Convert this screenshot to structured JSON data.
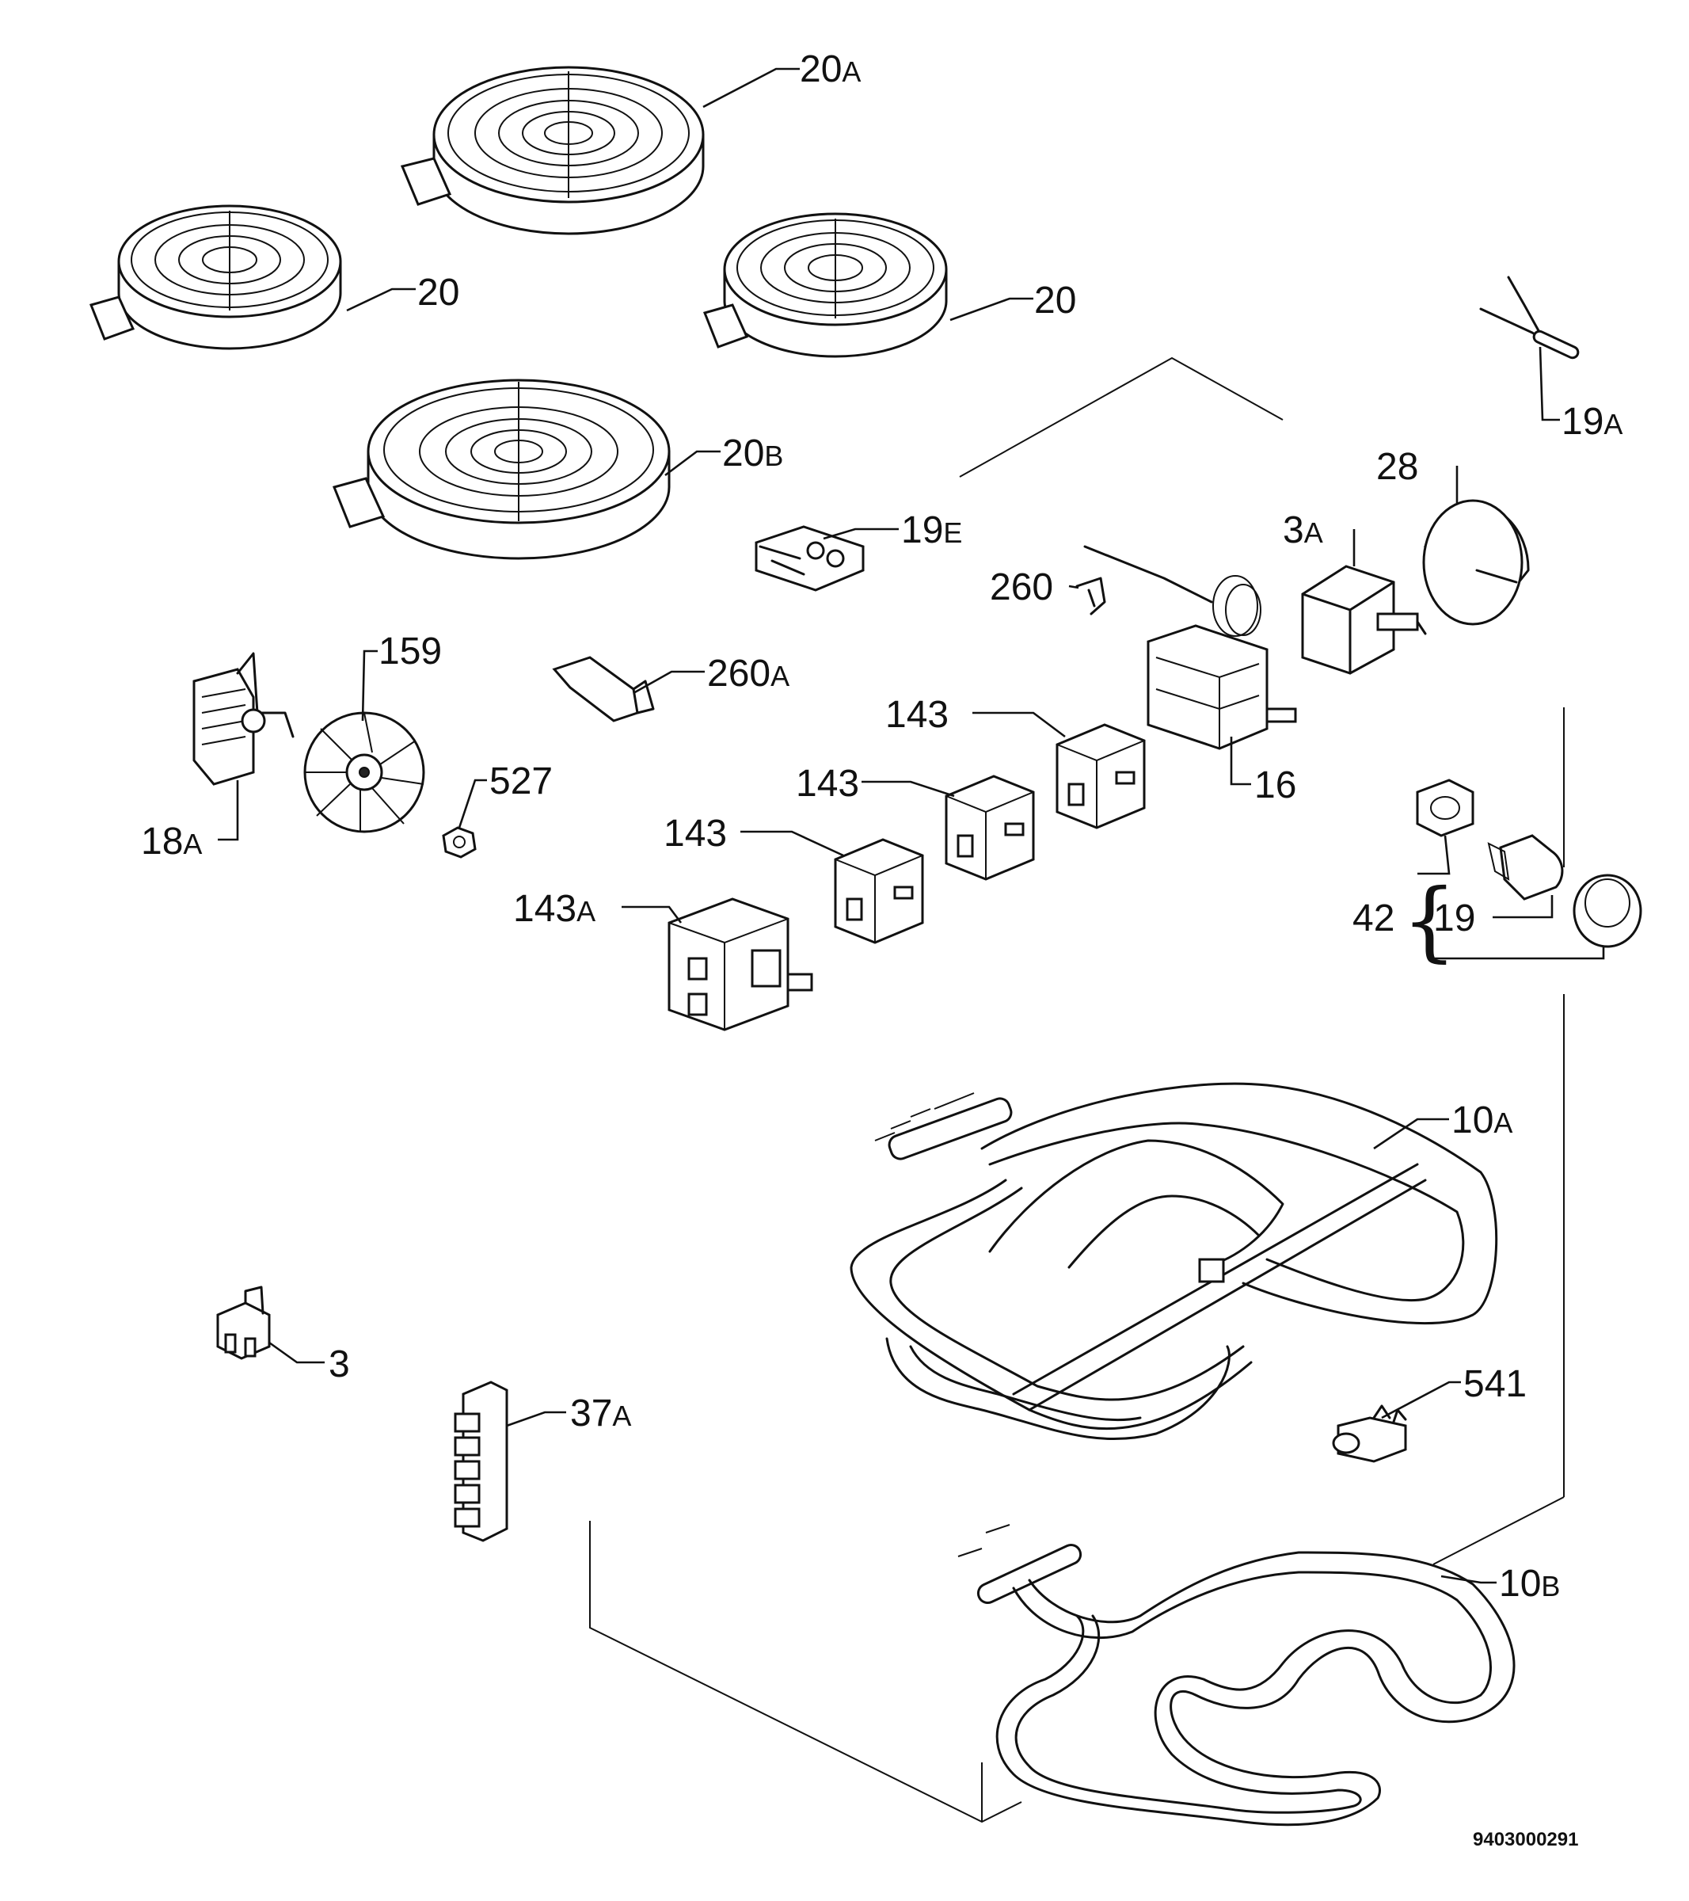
{
  "labels": {
    "hob_20A": {
      "num": "20",
      "suf": "A"
    },
    "hob_20_left": {
      "num": "20",
      "suf": ""
    },
    "hob_20_right": {
      "num": "20",
      "suf": ""
    },
    "hob_20B": {
      "num": "20",
      "suf": "B"
    },
    "sensor_19A": {
      "num": "19",
      "suf": "A"
    },
    "thermostat_28": {
      "num": "28",
      "suf": ""
    },
    "thermostat_3A": {
      "num": "3",
      "suf": "A"
    },
    "switch_19E": {
      "num": "19",
      "suf": "E"
    },
    "clip_260": {
      "num": "260",
      "suf": ""
    },
    "fan_159": {
      "num": "159",
      "suf": ""
    },
    "bracket_260A": {
      "num": "260",
      "suf": "A"
    },
    "motor_18A": {
      "num": "18",
      "suf": "A"
    },
    "nut_527": {
      "num": "527",
      "suf": ""
    },
    "regulator_143_a": {
      "num": "143",
      "suf": ""
    },
    "regulator_143_b": {
      "num": "143",
      "suf": ""
    },
    "regulator_143_c": {
      "num": "143",
      "suf": ""
    },
    "regulator_143A": {
      "num": "143",
      "suf": "A"
    },
    "selector_16": {
      "num": "16",
      "suf": ""
    },
    "lamp_group_42": {
      "num": "42",
      "suf": ""
    },
    "lamp_19": {
      "num": "19",
      "suf": ""
    },
    "element_10A": {
      "num": "10",
      "suf": "A"
    },
    "thermal_cutout_3": {
      "num": "3",
      "suf": ""
    },
    "terminal_block_37A": {
      "num": "37",
      "suf": "A"
    },
    "fuse_541": {
      "num": "541",
      "suf": ""
    },
    "element_10B": {
      "num": "10",
      "suf": "B"
    }
  },
  "drawing_code": "9403000291"
}
